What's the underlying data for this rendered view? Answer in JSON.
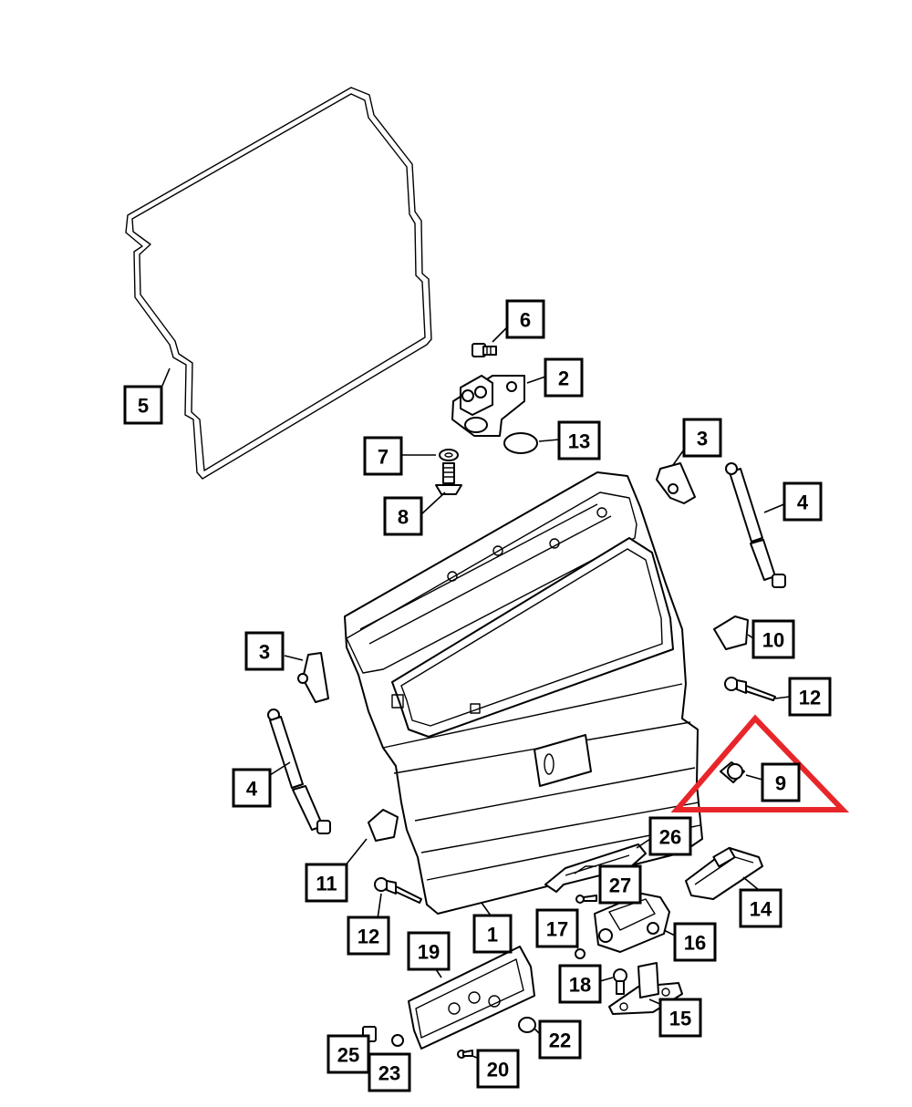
{
  "accent_color": "#e8262a",
  "callouts": [
    {
      "id": "5",
      "label": "5"
    },
    {
      "id": "6",
      "label": "6"
    },
    {
      "id": "2",
      "label": "2"
    },
    {
      "id": "13",
      "label": "13"
    },
    {
      "id": "7",
      "label": "7"
    },
    {
      "id": "8",
      "label": "8"
    },
    {
      "id": "3a",
      "label": "3"
    },
    {
      "id": "4a",
      "label": "4"
    },
    {
      "id": "3b",
      "label": "3"
    },
    {
      "id": "10",
      "label": "10"
    },
    {
      "id": "12a",
      "label": "12"
    },
    {
      "id": "4b",
      "label": "4"
    },
    {
      "id": "9",
      "label": "9"
    },
    {
      "id": "26",
      "label": "26"
    },
    {
      "id": "11",
      "label": "11"
    },
    {
      "id": "27",
      "label": "27"
    },
    {
      "id": "14",
      "label": "14"
    },
    {
      "id": "12b",
      "label": "12"
    },
    {
      "id": "1",
      "label": "1"
    },
    {
      "id": "17",
      "label": "17"
    },
    {
      "id": "16",
      "label": "16"
    },
    {
      "id": "19",
      "label": "19"
    },
    {
      "id": "18",
      "label": "18"
    },
    {
      "id": "15",
      "label": "15"
    },
    {
      "id": "22",
      "label": "22"
    },
    {
      "id": "25",
      "label": "25"
    },
    {
      "id": "23",
      "label": "23"
    },
    {
      "id": "20",
      "label": "20"
    }
  ]
}
